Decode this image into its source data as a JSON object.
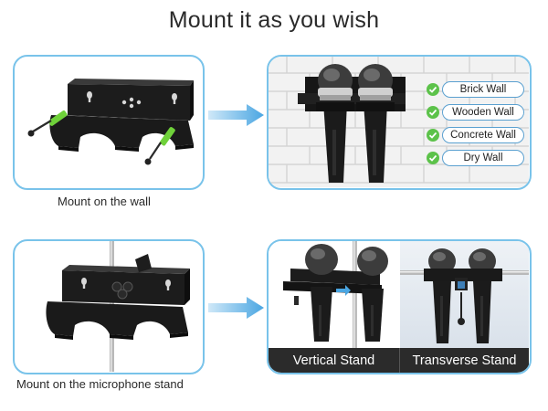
{
  "title": "Mount it as you wish",
  "wall": {
    "caption": "Mount on the wall",
    "surfaces": [
      "Brick Wall",
      "Wooden Wall",
      "Concrete Wall",
      "Dry Wall"
    ]
  },
  "stand": {
    "caption": "Mount on the microphone stand",
    "vertical_label": "Vertical Stand",
    "transverse_label": "Transverse Stand"
  },
  "colors": {
    "border": "#79c3ea",
    "arrow": "#4aa6e2",
    "check": "#5cc24a",
    "anchor": "#6fd13a",
    "bracket": "#151515"
  }
}
